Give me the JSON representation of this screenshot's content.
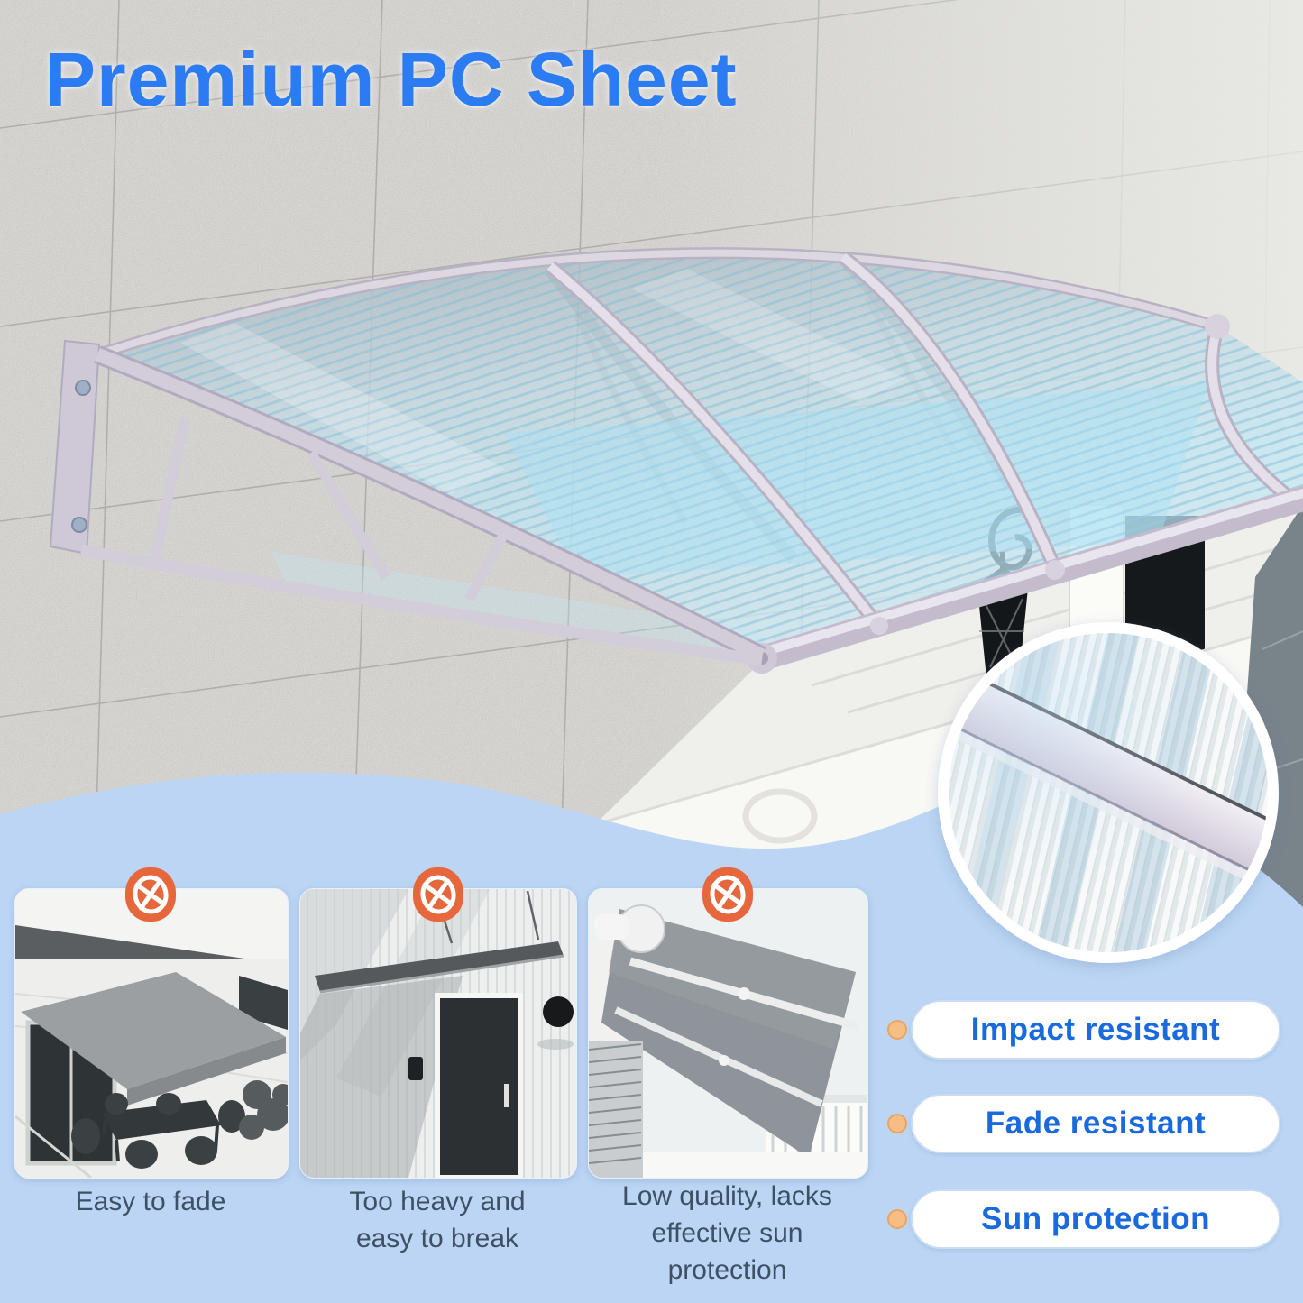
{
  "title": "Premium PC Sheet",
  "colors": {
    "title_blue": "#2b7bf3",
    "section_blue": "#bcd5f4",
    "feature_text_blue": "#1a6ade",
    "badge_orange": "#e7673d",
    "bullet_orange": "#f6bd85",
    "caption_slate": "#3d5165"
  },
  "hero": {
    "subject": "polycarbonate-door-awning-photo",
    "inset": "pc-sheet-closeup-circle"
  },
  "comparison": {
    "cards": [
      {
        "icon": "cross-circle-icon",
        "caption": "Easy to fade",
        "image": "patio-fabric-awning-photo"
      },
      {
        "icon": "cross-circle-icon",
        "caption": "Too heavy and\neasy to break",
        "image": "metal-door-canopy-photo"
      },
      {
        "icon": "cross-circle-icon",
        "caption": "Low quality, lacks\neffective sun\nprotection",
        "image": "retractable-awning-underside-photo"
      }
    ]
  },
  "features": {
    "items": [
      {
        "bullet": "orange-dot",
        "label": "Impact resistant"
      },
      {
        "bullet": "orange-dot",
        "label": "Fade resistant"
      },
      {
        "bullet": "orange-dot",
        "label": "Sun protection"
      }
    ]
  }
}
